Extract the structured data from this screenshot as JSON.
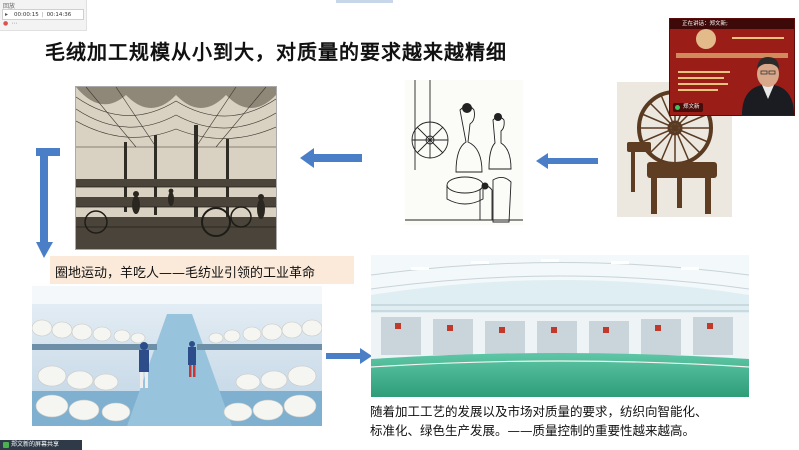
{
  "player": {
    "title": "回放",
    "current_time": "00:00:15",
    "total_time": "00:14:36"
  },
  "slide": {
    "title": "毛绒加工规模从小到大，对质量的要求越来越精细",
    "caption_top": "圈地运动，羊吃人——毛纺业引领的工业革命",
    "caption_bottom_line1": "随着加工工艺的发展以及市场对质量的要求，纺织向智能化、",
    "caption_bottom_line2": "标准化、绿色生产发展。——质量控制的重要性越来越高。",
    "accent_color": "#4a7fc8",
    "caption_bg": "#fbe9d9"
  },
  "webcam": {
    "speaking_label": "正在讲话：郑文新;",
    "participant_name": "郑文新"
  },
  "share_status": {
    "label": "郑文新的屏幕共享"
  }
}
